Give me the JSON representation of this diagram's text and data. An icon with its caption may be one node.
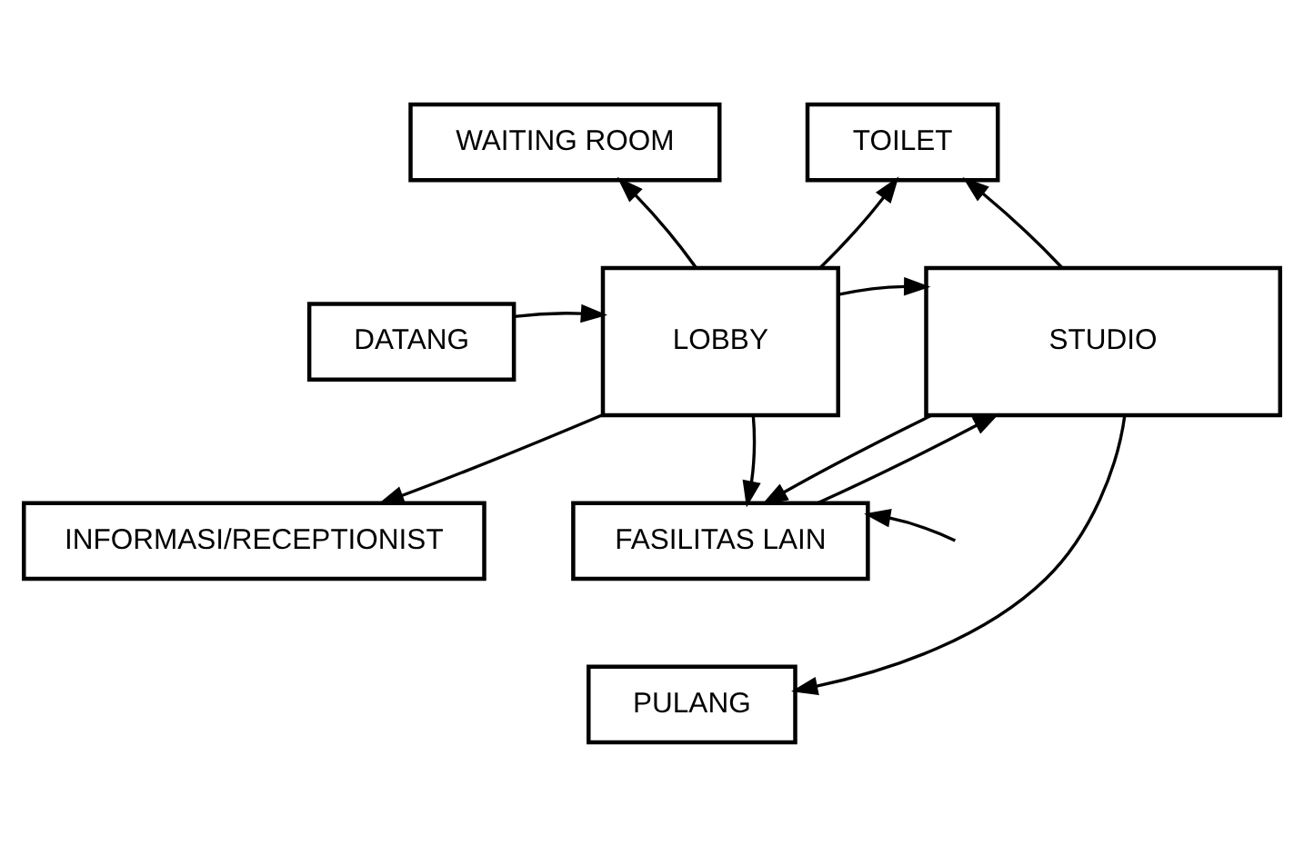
{
  "diagram": {
    "nodes": [
      {
        "text": [
          "WAITING ROOM"
        ]
      },
      {
        "text": [
          "TOILET"
        ]
      },
      {
        "text": [
          "DATANG"
        ]
      },
      {
        "text": [
          "LOBBY"
        ]
      },
      {
        "text": [
          "STUDIO"
        ]
      },
      {
        "text": [
          "INFORMASI/RECEPTIONIST"
        ]
      },
      {
        "text": [
          "FASILITAS LAIN"
        ]
      },
      {
        "text": [
          "PULANG"
        ]
      }
    ],
    "edges": [
      {
        "from": 2,
        "to": 3,
        "arrow": "to"
      },
      {
        "from": 3,
        "to": 0,
        "arrow": "to"
      },
      {
        "from": 3,
        "to": 1,
        "arrow": "to"
      },
      {
        "from": 3,
        "to": 4,
        "arrow": "to"
      },
      {
        "from": 4,
        "to": 1,
        "arrow": "to"
      },
      {
        "from": 3,
        "to": 5,
        "arrow": "to"
      },
      {
        "from": 3,
        "to": 6,
        "arrow": "to"
      },
      {
        "from": 4,
        "to": 6,
        "arrow": "to"
      },
      {
        "from": 6,
        "to": 4,
        "arrow": "to"
      },
      {
        "from": 4,
        "to": 7,
        "arrow": "to"
      },
      {
        "from": null,
        "to": 6,
        "arrow": "to"
      }
    ]
  }
}
